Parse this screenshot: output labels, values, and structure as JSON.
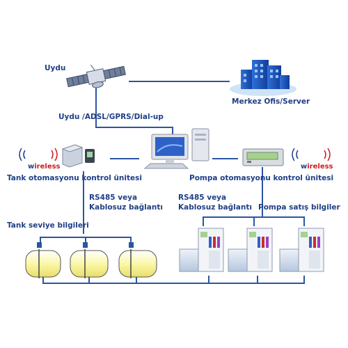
{
  "labels": {
    "satellite": "Uydu",
    "satellite_link": "Uydu /ADSL/GPRS/Dial-up",
    "office": "Merkez Ofis/Server",
    "tank_unit": "Tank otomasyonu kontrol ünitesi",
    "pump_unit": "Pompa otomasyonu kontrol ünitesi",
    "tank_conn_1": "RS485 veya",
    "tank_conn_2": "Kablosuz bağlantı",
    "pump_conn_1": "RS485 veya",
    "pump_conn_2": "Kablosuz bağlantı",
    "pump_sales": "Pompa satış bilgiler",
    "tank_level": "Tank seviye bilgileri"
  },
  "wireless": {
    "prefix": "w",
    "rest": "ireless",
    "rest_color": "#cc1d1d",
    "prefix_color": "#1f3f86"
  },
  "colors": {
    "line": "#2a55a0",
    "text": "#1f3f86",
    "tank_fill": "#fbf7a8",
    "pump_body": "#d9e3f0"
  }
}
